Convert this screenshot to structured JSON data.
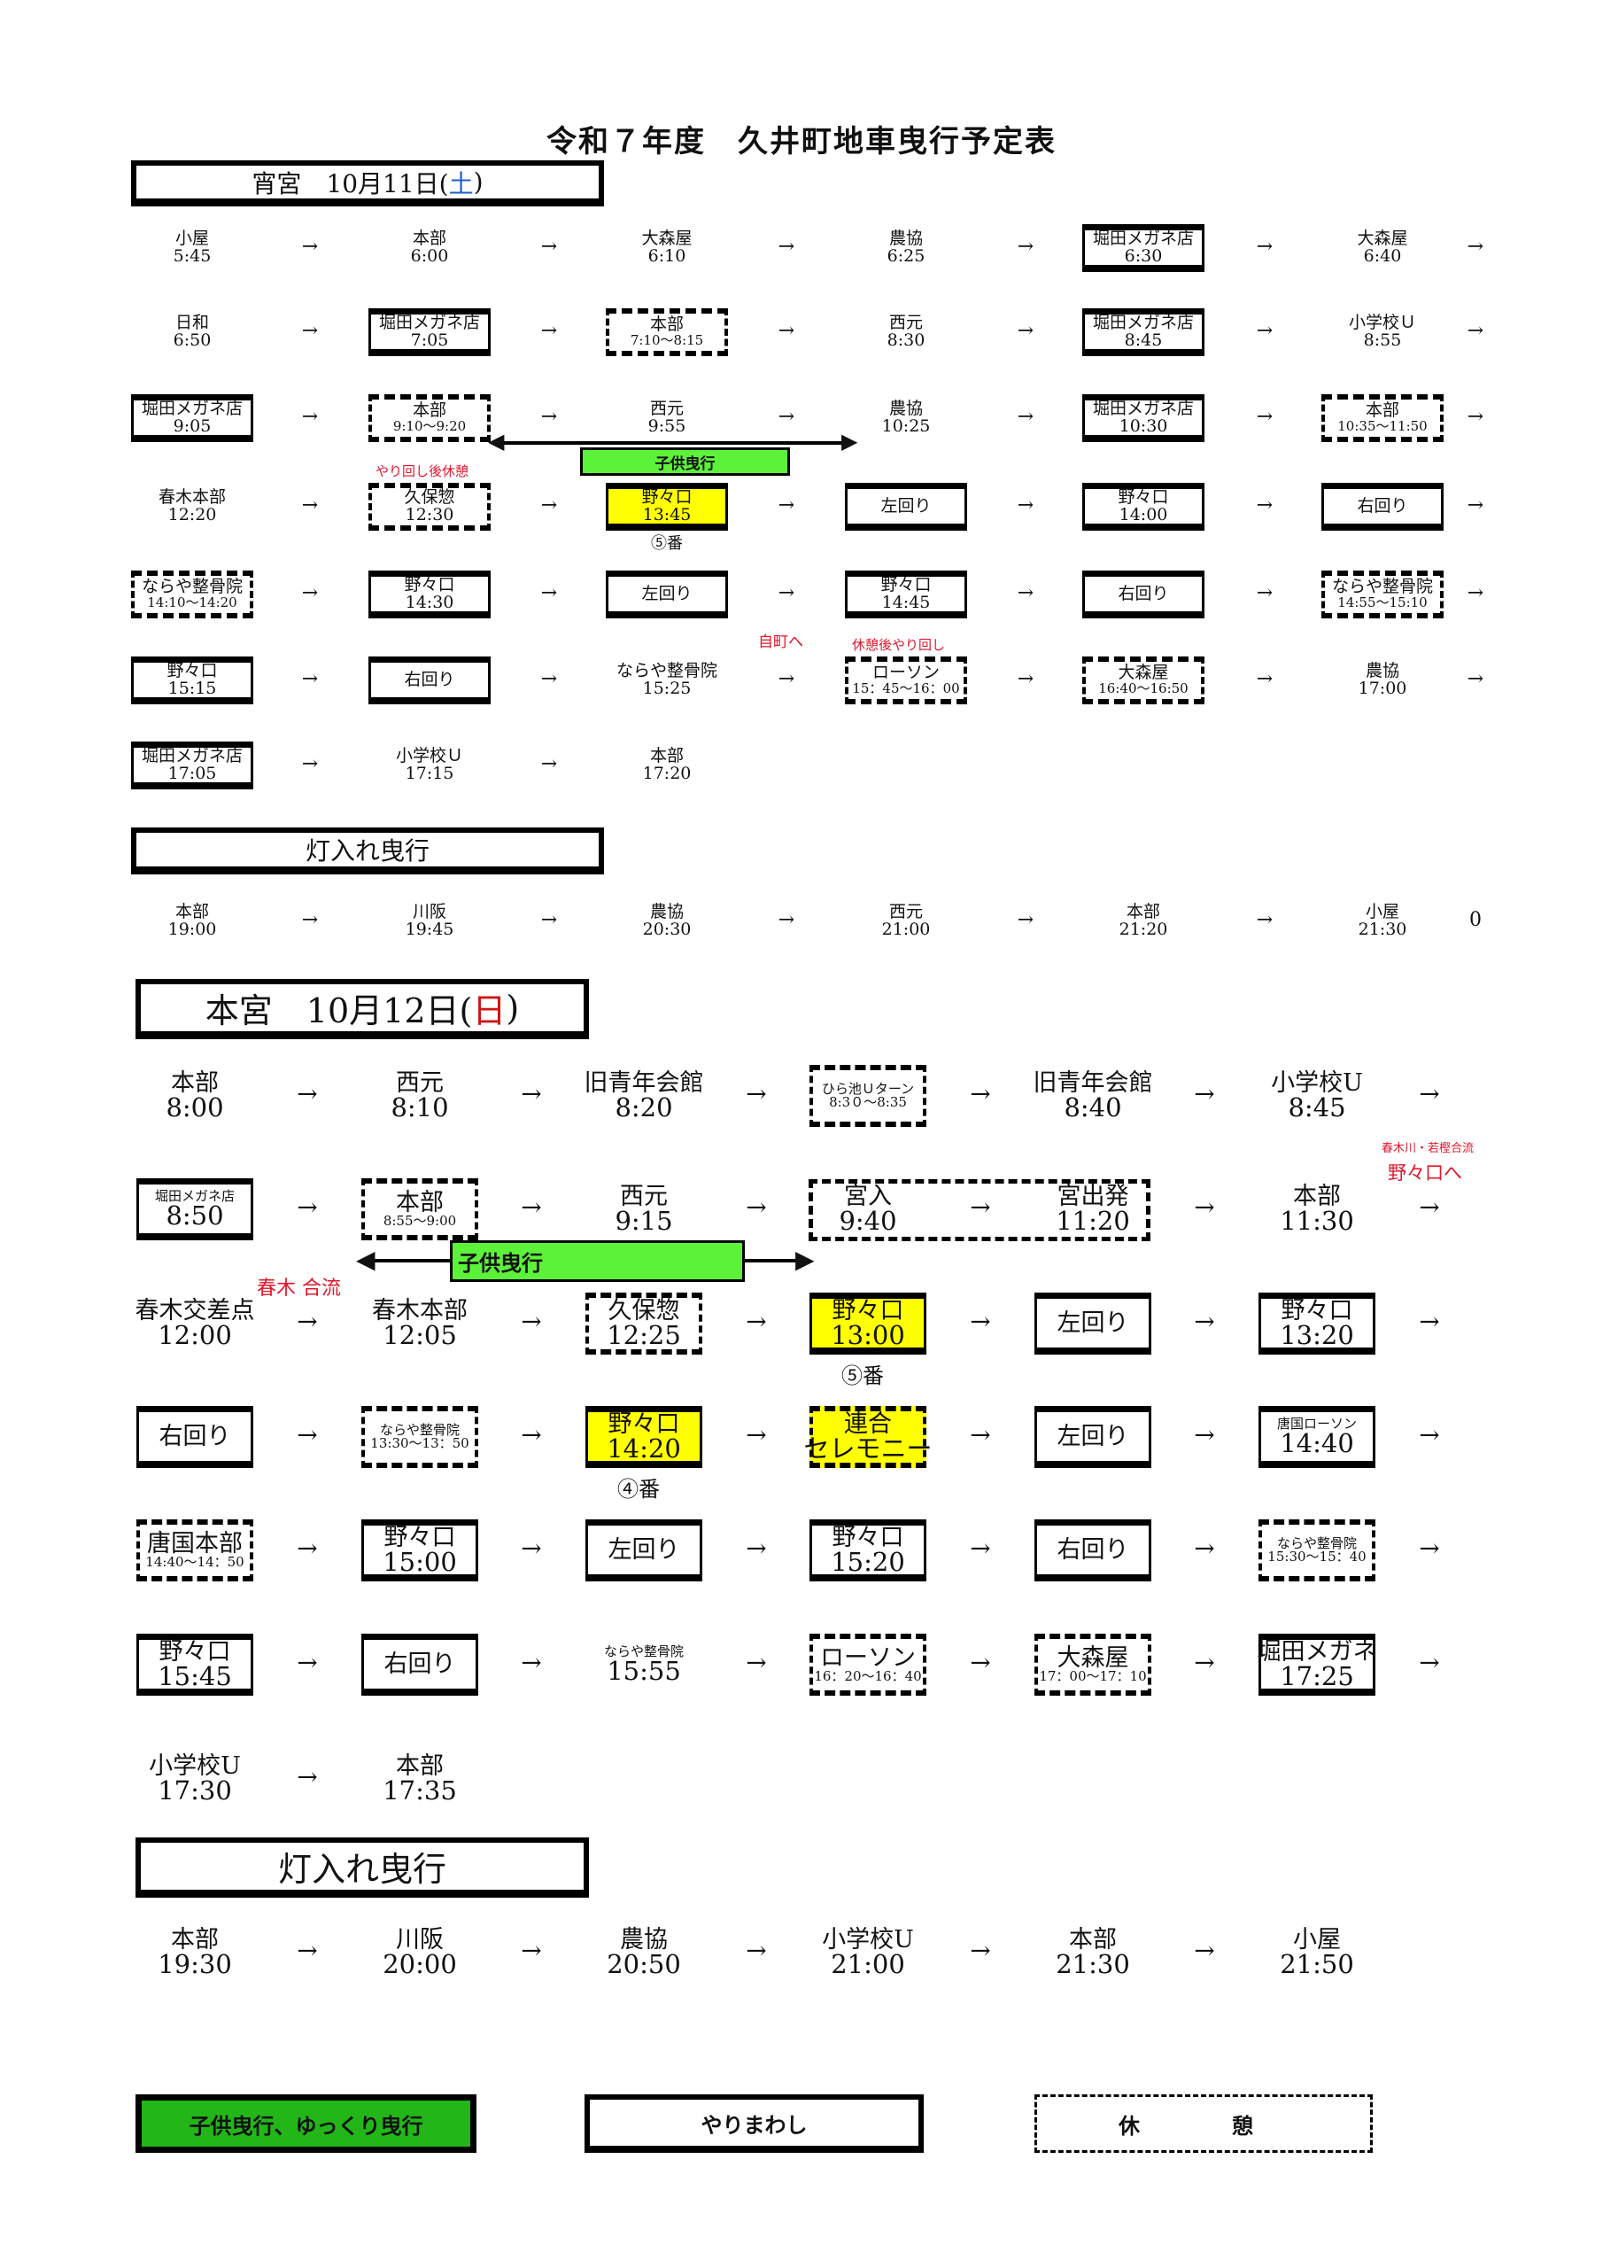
{
  "title": "令和７年度　久井町地車曳行予定表",
  "yoimiya": {
    "header": {
      "name": "宵宮　10月11日(",
      "weekday": "土",
      "close": ")"
    },
    "rows": [
      [
        {
          "name": "小屋",
          "time": "5:45",
          "style": "plain",
          "arrow": "→"
        },
        {
          "name": "本部",
          "time": "6:00",
          "style": "plain",
          "arrow": "→"
        },
        {
          "name": "大森屋",
          "time": "6:10",
          "style": "plain",
          "arrow": "→"
        },
        {
          "name": "農協",
          "time": "6:25",
          "style": "plain",
          "arrow": "→"
        },
        {
          "name": "堀田メガネ店",
          "time": "6:30",
          "style": "box",
          "arrow": "→"
        },
        {
          "name": "大森屋",
          "time": "6:40",
          "style": "plain",
          "arrow": "→"
        }
      ],
      [
        {
          "name": "日和",
          "time": "6:50",
          "style": "plain",
          "arrow": "→"
        },
        {
          "name": "堀田メガネ店",
          "time": "7:05",
          "style": "box",
          "arrow": "→"
        },
        {
          "name": "本部",
          "time": "7:10～8:15",
          "style": "dashed",
          "arrow": "→"
        },
        {
          "name": "西元",
          "time": "8:30",
          "style": "plain",
          "arrow": "→"
        },
        {
          "name": "堀田メガネ店",
          "time": "8:45",
          "style": "box",
          "arrow": "→"
        },
        {
          "name": "小学校Ｕ",
          "time": "8:55",
          "style": "plain",
          "arrow": "→"
        }
      ],
      [
        {
          "name": "堀田メガネ店",
          "time": "9:05",
          "style": "box",
          "arrow": "→"
        },
        {
          "name": "本部",
          "time": "9:10～9:20",
          "style": "dashed",
          "arrow": "→"
        },
        {
          "name": "西元",
          "time": "9:55",
          "style": "plain",
          "arrow": "→"
        },
        {
          "name": "農協",
          "time": "10:25",
          "style": "plain",
          "arrow": "→"
        },
        {
          "name": "堀田メガネ店",
          "time": "10:30",
          "style": "box",
          "arrow": "→"
        },
        {
          "name": "本部",
          "time": "10:35～11:50",
          "style": "dashed",
          "arrow": "→"
        }
      ],
      [
        {
          "name": "春木本部",
          "time": "12:20",
          "style": "plain",
          "arrow": "→"
        },
        {
          "name": "久保惣",
          "time": "12:30",
          "style": "dashed",
          "arrow": "→"
        },
        {
          "name": "野々口",
          "time": "13:45",
          "style": "box yellow",
          "arrow": "→"
        },
        {
          "name": "左回り",
          "time": "",
          "style": "box",
          "arrow": "→"
        },
        {
          "name": "野々口",
          "time": "14:00",
          "style": "box",
          "arrow": "→"
        },
        {
          "name": "右回り",
          "time": "",
          "style": "box",
          "arrow": "→"
        }
      ],
      [
        {
          "name": "ならや整骨院",
          "time": "14:10～14:20",
          "style": "dashed",
          "arrow": "→"
        },
        {
          "name": "野々口",
          "time": "14:30",
          "style": "box",
          "arrow": "→"
        },
        {
          "name": "左回り",
          "time": "",
          "style": "box",
          "arrow": "→"
        },
        {
          "name": "野々口",
          "time": "14:45",
          "style": "box",
          "arrow": "→"
        },
        {
          "name": "右回り",
          "time": "",
          "style": "box",
          "arrow": "→"
        },
        {
          "name": "ならや整骨院",
          "time": "14:55～15:10",
          "style": "dashed",
          "arrow": "→"
        }
      ],
      [
        {
          "name": "野々口",
          "time": "15:15",
          "style": "box",
          "arrow": "→"
        },
        {
          "name": "右回り",
          "time": "",
          "style": "box",
          "arrow": "→"
        },
        {
          "name": "ならや整骨院",
          "time": "15:25",
          "style": "plain",
          "arrow": "→"
        },
        {
          "name": "ローソン",
          "time": "15：45～16：00",
          "style": "dashed",
          "arrow": "→"
        },
        {
          "name": "大森屋",
          "time": "16:40～16:50",
          "style": "dashed",
          "arrow": "→"
        },
        {
          "name": "農協",
          "time": "17:00",
          "style": "plain",
          "arrow": "→"
        }
      ],
      [
        {
          "name": "堀田メガネ店",
          "time": "17:05",
          "style": "box",
          "arrow": "→"
        },
        {
          "name": "小学校Ｕ",
          "time": "17:15",
          "style": "plain",
          "arrow": "→"
        },
        {
          "name": "本部",
          "time": "17:20",
          "style": "plain",
          "arrow": ""
        }
      ]
    ],
    "notes": {
      "after_yarimawashi_rest": "やり回し後休憩",
      "ban5": "⑤番",
      "to_own_town": "自町へ",
      "rest_then_yarimawashi": "休憩後やり回し",
      "kids_parade": "子供曳行"
    },
    "lights": {
      "header": "灯入れ曳行",
      "row": [
        {
          "name": "本部",
          "time": "19:00",
          "style": "plain",
          "arrow": "→"
        },
        {
          "name": "川阪",
          "time": "19:45",
          "style": "plain",
          "arrow": "→"
        },
        {
          "name": "農協",
          "time": "20:30",
          "style": "plain",
          "arrow": "→"
        },
        {
          "name": "西元",
          "time": "21:00",
          "style": "plain",
          "arrow": "→"
        },
        {
          "name": "本部",
          "time": "21:20",
          "style": "plain",
          "arrow": "→"
        },
        {
          "name": "小屋",
          "time": "21:30",
          "style": "plain",
          "arrow": "0"
        }
      ]
    }
  },
  "honmiya": {
    "header": {
      "name": "本宮　10月12日(",
      "weekday": "日",
      "close": ")"
    },
    "rows": [
      [
        {
          "name": "本部",
          "time": "8:00",
          "style": "plain",
          "arrow": "→"
        },
        {
          "name": "西元",
          "time": "8:10",
          "style": "plain",
          "arrow": "→"
        },
        {
          "name": "旧青年会館",
          "time": "8:20",
          "style": "plain",
          "arrow": "→"
        },
        {
          "name": "ひら池Ｕターン",
          "time": "8:3０～8:35",
          "style": "dashed smallname",
          "arrow": "→"
        },
        {
          "name": "旧青年会館",
          "time": "8:40",
          "style": "plain",
          "arrow": "→"
        },
        {
          "name": "小学校U",
          "time": "8:45",
          "style": "plain",
          "arrow": "→"
        }
      ],
      [
        {
          "name": "堀田メガネ店",
          "time": "8:50",
          "style": "box smallname",
          "arrow": "→"
        },
        {
          "name": "本部",
          "time": "8:55～9:00",
          "style": "dashed",
          "arrow": "→"
        },
        {
          "name": "西元",
          "time": "9:15",
          "style": "plain",
          "arrow": "→"
        },
        {
          "name": "宮入",
          "time": "9:40",
          "style": "plain",
          "arrow": "→"
        },
        {
          "name": "宮出発",
          "time": "11:20",
          "style": "plain",
          "arrow": "→"
        },
        {
          "name": "本部",
          "time": "11:30",
          "style": "plain",
          "arrow": "→"
        }
      ],
      [
        {
          "name": "春木交差点",
          "time": "12:00",
          "style": "plain",
          "arrow": "→"
        },
        {
          "name": "春木本部",
          "time": "12:05",
          "style": "plain",
          "arrow": "→"
        },
        {
          "name": "久保惣",
          "time": "12:25",
          "style": "dashed",
          "arrow": "→"
        },
        {
          "name": "野々口",
          "time": "13:00",
          "style": "box yellow",
          "arrow": "→"
        },
        {
          "name": "左回り",
          "time": "",
          "style": "box",
          "arrow": "→"
        },
        {
          "name": "野々口",
          "time": "13:20",
          "style": "box",
          "arrow": "→"
        }
      ],
      [
        {
          "name": "右回り",
          "time": "",
          "style": "box",
          "arrow": "→"
        },
        {
          "name": "ならや整骨院",
          "time": "13:30～13：50",
          "style": "dashed smallname",
          "arrow": "→"
        },
        {
          "name": "野々口",
          "time": "14:20",
          "style": "box yellow",
          "arrow": "→"
        },
        {
          "name": "連合",
          "time": "セレモニー",
          "style": "dashed yellow",
          "arrow": "→"
        },
        {
          "name": "左回り",
          "time": "",
          "style": "box",
          "arrow": "→"
        },
        {
          "name": "唐国ローソン",
          "time": "14:40",
          "style": "box smallname",
          "arrow": "→"
        }
      ],
      [
        {
          "name": "唐国本部",
          "time": "14:40～14：50",
          "style": "dashed",
          "arrow": "→"
        },
        {
          "name": "野々口",
          "time": "15:00",
          "style": "box",
          "arrow": "→"
        },
        {
          "name": "左回り",
          "time": "",
          "style": "box",
          "arrow": "→"
        },
        {
          "name": "野々口",
          "time": "15:20",
          "style": "box",
          "arrow": "→"
        },
        {
          "name": "右回り",
          "time": "",
          "style": "box",
          "arrow": "→"
        },
        {
          "name": "ならや整骨院",
          "time": "15:30～15：40",
          "style": "dashed smallname",
          "arrow": "→"
        }
      ],
      [
        {
          "name": "野々口",
          "time": "15:45",
          "style": "box",
          "arrow": "→"
        },
        {
          "name": "右回り",
          "time": "",
          "style": "box",
          "arrow": "→"
        },
        {
          "name": "ならや整骨院",
          "time": "15:55",
          "style": "plain smallname",
          "arrow": "→"
        },
        {
          "name": "ローソン",
          "time": "16：20～16：40",
          "style": "dashed",
          "arrow": "→"
        },
        {
          "name": "大森屋",
          "time": "17：00～17：10",
          "style": "dashed",
          "arrow": "→"
        },
        {
          "name": "堀田メガネ",
          "time": "17:25",
          "style": "box",
          "arrow": "→"
        }
      ],
      [
        {
          "name": "小学校U",
          "time": "17:30",
          "style": "plain",
          "arrow": "→"
        },
        {
          "name": "本部",
          "time": "17:35",
          "style": "plain",
          "arrow": ""
        }
      ]
    ],
    "notes": {
      "harukigawa_merge": "春木川・若樫合流",
      "to_noguchi": "野々口へ",
      "haruki_merge": "春木 合流",
      "ban5": "⑤番",
      "ban4": "④番",
      "kids_parade": "子供曳行"
    },
    "lights": {
      "header": "灯入れ曳行",
      "row": [
        {
          "name": "本部",
          "time": "19:30",
          "style": "plain",
          "arrow": "→"
        },
        {
          "name": "川阪",
          "time": "20:00",
          "style": "plain",
          "arrow": "→"
        },
        {
          "name": "農協",
          "time": "20:50",
          "style": "plain",
          "arrow": "→"
        },
        {
          "name": "小学校U",
          "time": "21:00",
          "style": "plain",
          "arrow": "→"
        },
        {
          "name": "本部",
          "time": "21:30",
          "style": "plain",
          "arrow": "→"
        },
        {
          "name": "小屋",
          "time": "21:50",
          "style": "plain",
          "arrow": ""
        }
      ]
    }
  },
  "legend": {
    "kids": "子供曳行、ゆっくり曳行",
    "yarimawashi": "やりまわし",
    "rest": "休　憩"
  },
  "colors": {
    "kids_green": "#5cf23a",
    "legend_green": "#22b619",
    "highlight_yellow": "#ffff00",
    "note_red": "#e0162b",
    "saturday_blue": "#1f5fc9"
  }
}
